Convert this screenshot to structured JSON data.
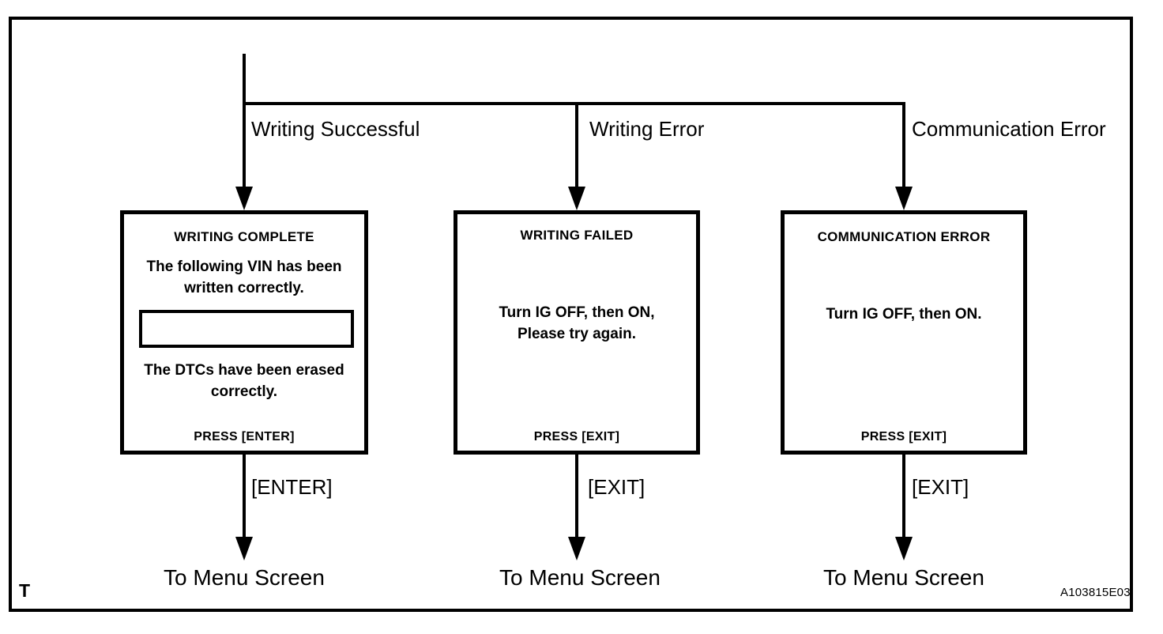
{
  "figure": {
    "corner_mark": "T",
    "figure_id": "A103815E03"
  },
  "branches": [
    {
      "label": "Writing Successful"
    },
    {
      "label": "Writing Error"
    },
    {
      "label": "Communication Error"
    }
  ],
  "screens": [
    {
      "title": "WRITING COMPLETE",
      "body_line_1": "The following VIN has been",
      "body_line_2": "written correctly.",
      "vin_field_value": "",
      "body_line_3": "The DTCs have been erased",
      "body_line_4": "correctly.",
      "footer": "PRESS [ENTER]"
    },
    {
      "title": "WRITING  FAILED",
      "body_line_1": "Turn IG OFF, then ON,",
      "body_line_2": "Please try again.",
      "footer": "PRESS [EXIT]"
    },
    {
      "title": "COMMUNICATION ERROR",
      "body_line_1": "Turn IG OFF, then ON.",
      "footer": "PRESS [EXIT]"
    }
  ],
  "exits": [
    {
      "key": "[ENTER]",
      "destination": "To Menu Screen"
    },
    {
      "key": "[EXIT]",
      "destination": "To Menu Screen"
    },
    {
      "key": "[EXIT]",
      "destination": "To Menu Screen"
    }
  ],
  "colors": {
    "ink": "#000000",
    "paper": "#ffffff"
  }
}
